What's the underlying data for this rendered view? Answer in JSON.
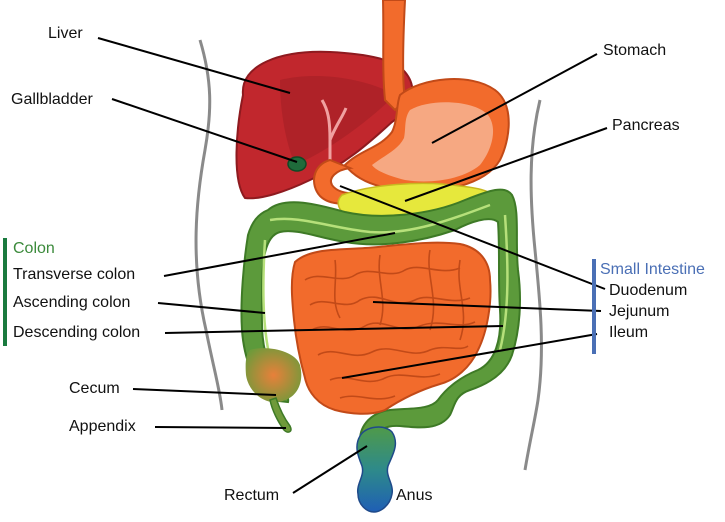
{
  "labels": {
    "liver": "Liver",
    "gallbladder": "Gallbladder",
    "stomach": "Stomach",
    "pancreas": "Pancreas",
    "transverse_colon": "Transverse colon",
    "ascending_colon": "Ascending colon",
    "descending_colon": "Descending colon",
    "cecum": "Cecum",
    "appendix": "Appendix",
    "duodenum": "Duodenum",
    "jejunum": "Jejunum",
    "ileum": "Ileum",
    "rectum": "Rectum",
    "anus": "Anus"
  },
  "groups": {
    "colon": {
      "title": "Colon",
      "color": "#2e7d32"
    },
    "small_intestine": {
      "title": "Small Intestine",
      "color": "#4a6fb5"
    }
  },
  "colors": {
    "liver": "#c1272d",
    "stomach": "#f2784b",
    "stomach_inner": "#f6a882",
    "pancreas": "#e6e83c",
    "colon": "#5c9a3b",
    "small_intestine": "#f26b2c",
    "rectum": "#2a6fb5",
    "gallbladder": "#1f6b3b",
    "body_outline": "#888888",
    "leader": "#000000"
  }
}
